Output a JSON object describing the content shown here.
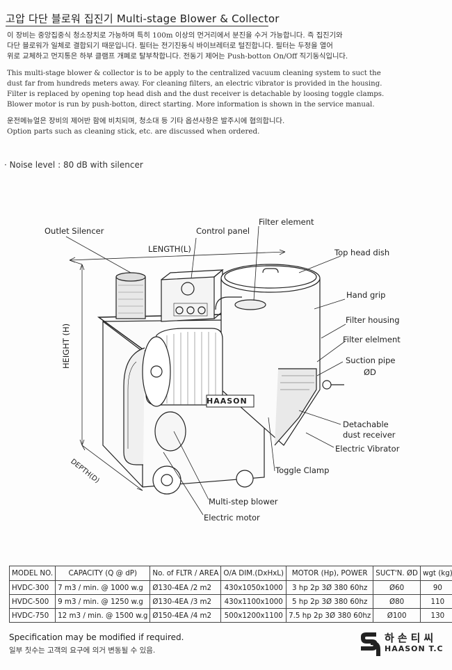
{
  "title": "고압 다단 블로워 집진기 Multi-stage Blower & Collector",
  "korean_desc": [
    "이 장비는 중앙집중식 청소장치로 가능하며 특히 100m 이상의 먼거리에서 분진을 수거 가능합니다. 즉 집진기와",
    "다단 블로워가 일체로 결합되기 때문입니다. 필터는 전기진동식 바이브레터로 털진합니다. 필터는 두정을 열어",
    "위로 교체하고 먼지통은 하부 클램프 개폐로 탈부착합니다. 전동기 제어는 Push-botton On/Off 직기동식입니다."
  ],
  "english_desc": [
    "This multi-stage blower & collector is to be apply to the centralized vacuum cleaning system to suct the",
    "dust far from hundreds meters away. For cleaning filters, an electric vibrator is provided in the housing.",
    "Filter is replaced by opening top head dish and the dust receiver is detachable by loosing toggle clamps.",
    "Blower motor is run by push-botton, direct starting. More information is shown in the service manual."
  ],
  "option_kr": "운전메뉴얼은 장비의 제어반 함에 비치되며, 청소대 등 기타 옵션사항은 발주시에 협의합니다.",
  "option_en": "Option parts such as cleaning stick, etc. are discussed when ordered.",
  "noise": "· Noise level : 80 dB with silencer",
  "labels": {
    "outlet_silencer": "Outlet Silencer",
    "control_panel": "Control panel",
    "filter_element_top": "Filter element",
    "length": "LENGTH(L)",
    "top_head_dish": "Top head dish",
    "hand_grip": "Hand grip",
    "filter_housing": "Filter housing",
    "filter_element": "Filter elelment",
    "suction_pipe": "Suction pipe",
    "suction_d": "ØD",
    "height": "HEIGHT (H)",
    "brand": "HAASON",
    "detachable": "Detachable",
    "dust_receiver": "dust receiver",
    "electric_vibrator": "Electric Vibrator",
    "depth": "DEPTH(D)",
    "toggle_clamp": "Toggle Clamp",
    "multi_step_blower": "Multi-step blower",
    "electric_motor": "Electric motor"
  },
  "table": {
    "headers": [
      "MODEL NO.",
      "CAPACITY (Q @ dP)",
      "No. of FLTR / AREA",
      "O/A DIM.(DxHxL)",
      "MOTOR (Hp), POWER",
      "SUCT'N. ØD",
      "wgt (kg)"
    ],
    "rows": [
      [
        "HVDC-300",
        "7 m3 / min. @ 1000 w.g",
        "Ø130-4EA /2 m2",
        "430x1050x1000",
        "3 hp 2p 3Ø 380 60hz",
        "Ø60",
        "90"
      ],
      [
        "HVDC-500",
        "9 m3 / min. @ 1250 w.g",
        "Ø130-4EA /3 m2",
        "430x1100x1000",
        "5 hp 2p 3Ø 380 60hz",
        "Ø80",
        "110"
      ],
      [
        "HVDC-750",
        "12 m3 / min. @ 1500 w.g",
        "Ø150-4EA /4 m2",
        "500x1200x1100",
        "7.5 hp 2p 3Ø 380 60hz",
        "Ø100",
        "130"
      ]
    ]
  },
  "footnote": "Specification may be modified if required.",
  "footnote_kr": "일부 칫수는 고객의 요구에 의거 변동될 수 있음.",
  "logo_kr": "하손티씨",
  "logo_en": "HAASON T.C"
}
